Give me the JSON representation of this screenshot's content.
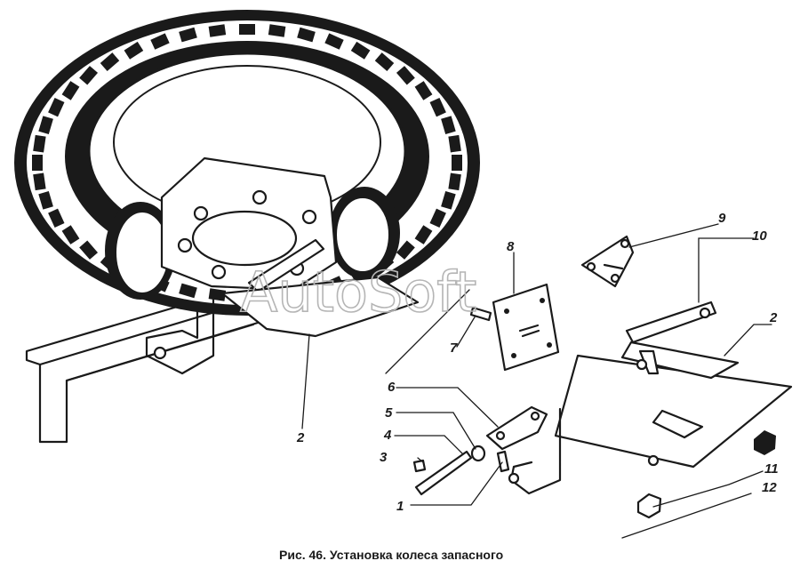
{
  "caption": "Рис. 46. Установка колеса запасного",
  "watermark": "AutoSoft",
  "callouts": [
    {
      "id": "1",
      "label": "1"
    },
    {
      "id": "2a",
      "label": "2"
    },
    {
      "id": "2b",
      "label": "2"
    },
    {
      "id": "3",
      "label": "3"
    },
    {
      "id": "4",
      "label": "4"
    },
    {
      "id": "5",
      "label": "5"
    },
    {
      "id": "6",
      "label": "6"
    },
    {
      "id": "7",
      "label": "7"
    },
    {
      "id": "8",
      "label": "8"
    },
    {
      "id": "9",
      "label": "9"
    },
    {
      "id": "10",
      "label": "10"
    },
    {
      "id": "11",
      "label": "11"
    },
    {
      "id": "12",
      "label": "12"
    }
  ],
  "colors": {
    "ink": "#1a1a1a",
    "paper": "#ffffff",
    "watermark": "#b5b5b5"
  }
}
